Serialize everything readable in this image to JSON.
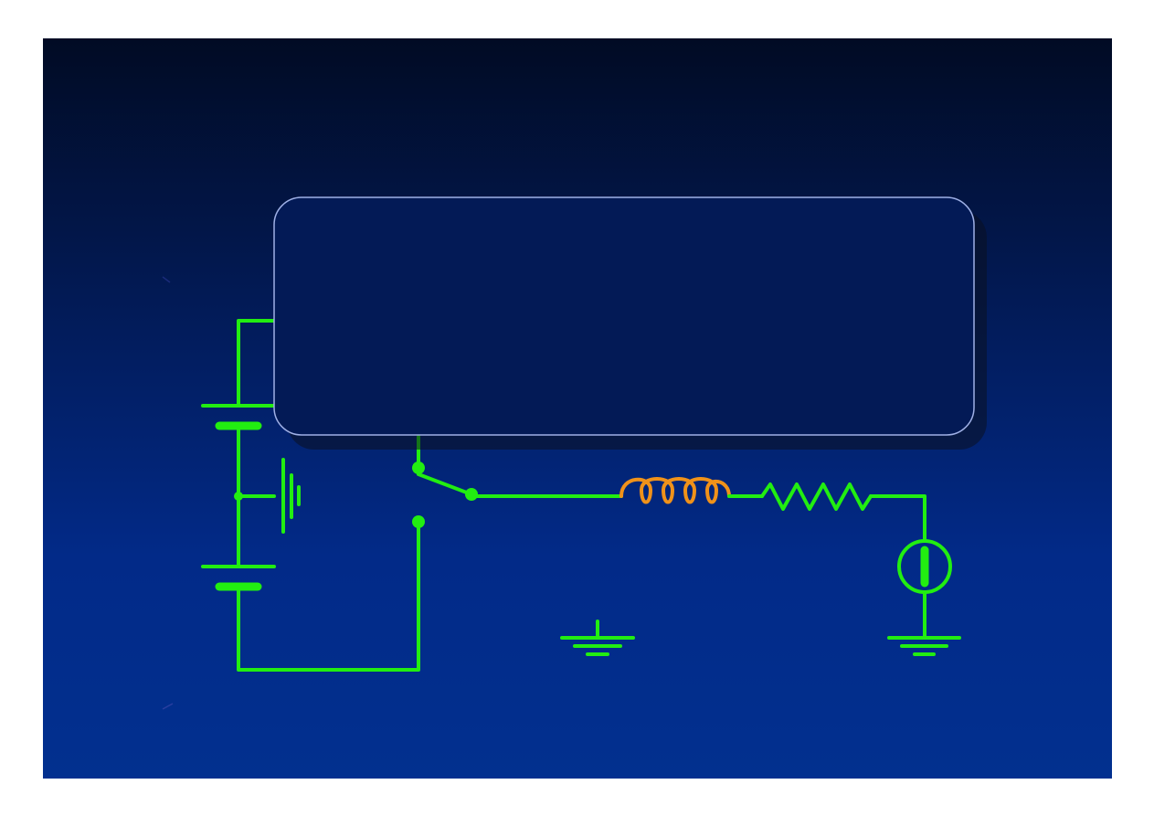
{
  "slide": {
    "background_top": "#010b24",
    "background_bottom": "#02308f"
  },
  "callout_box": {
    "text": "",
    "fill": "#031a56",
    "border": "#9fb0e6"
  },
  "diagram": {
    "wire_color": "#22ee11",
    "inductor_color": "#f0921a",
    "components": [
      {
        "name": "battery-upper",
        "icon": "battery-icon"
      },
      {
        "name": "battery-lower",
        "icon": "battery-icon"
      },
      {
        "name": "capacitor",
        "icon": "capacitor-icon"
      },
      {
        "name": "switch",
        "icon": "spdt-switch-icon"
      },
      {
        "name": "inductor",
        "icon": "inductor-coil-icon"
      },
      {
        "name": "resistor",
        "icon": "resistor-icon"
      },
      {
        "name": "lamp",
        "icon": "lamp-icon"
      },
      {
        "name": "ground-center",
        "icon": "ground-icon"
      },
      {
        "name": "ground-right",
        "icon": "ground-icon"
      }
    ]
  }
}
